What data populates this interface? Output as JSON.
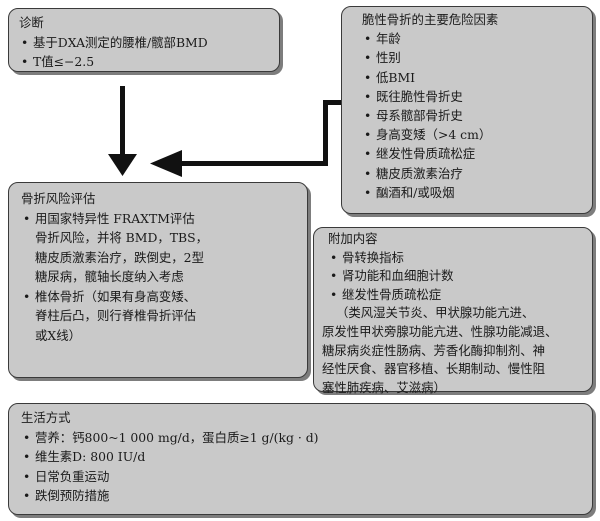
{
  "diagnosis": {
    "title": "诊断",
    "items": [
      "基于DXA测定的腰椎/髋部BMD",
      "T值≤−2.5"
    ]
  },
  "risk_factors": {
    "title": "脆性骨折的主要危险因素",
    "items": [
      "年龄",
      "性别",
      "低BMI",
      "既往脆性骨折史",
      "母系髋部骨折史",
      "身高变矮（>4 cm）",
      "继发性骨质疏松症",
      "糖皮质激素治疗",
      "酗酒和/或吸烟"
    ]
  },
  "fracture_risk_assessment": {
    "title": "骨折风险评估",
    "items": [
      {
        "lines": [
          "用国家特异性 FRAXTM评估",
          "骨折风险，并将 BMD，TBS，",
          "糖皮质激素治疗，跌倒史，2型",
          "糖尿病，髋轴长度纳入考虑"
        ]
      },
      {
        "lines": [
          "椎体骨折（如果有身高变矮、",
          "脊柱后凸，则行脊椎骨折评估",
          "或X线）"
        ]
      }
    ]
  },
  "additional": {
    "title": "附加内容",
    "items": [
      "骨转换指标",
      "肾功能和血细胞计数",
      "继发性骨质疏松症"
    ],
    "note_lines": [
      "（类风湿关节炎、甲状腺功能亢进、",
      "原发性甲状旁腺功能亢进、性腺功能减退、",
      "糖尿病炎症性肠病、芳香化酶抑制剂、神",
      "经性厌食、器官移植、长期制动、慢性阻",
      "塞性肺疾病、艾滋病）"
    ]
  },
  "lifestyle": {
    "title": "生活方式",
    "items": [
      "营养：钙800~1 000 mg/d，蛋白质≥1 g/(kg · d)",
      "维生素D: 800 IU/d",
      "日常负重运动",
      "跌倒预防措施"
    ]
  },
  "colors": {
    "box_fill": "#c9c9c9",
    "arrow": "#111111"
  }
}
